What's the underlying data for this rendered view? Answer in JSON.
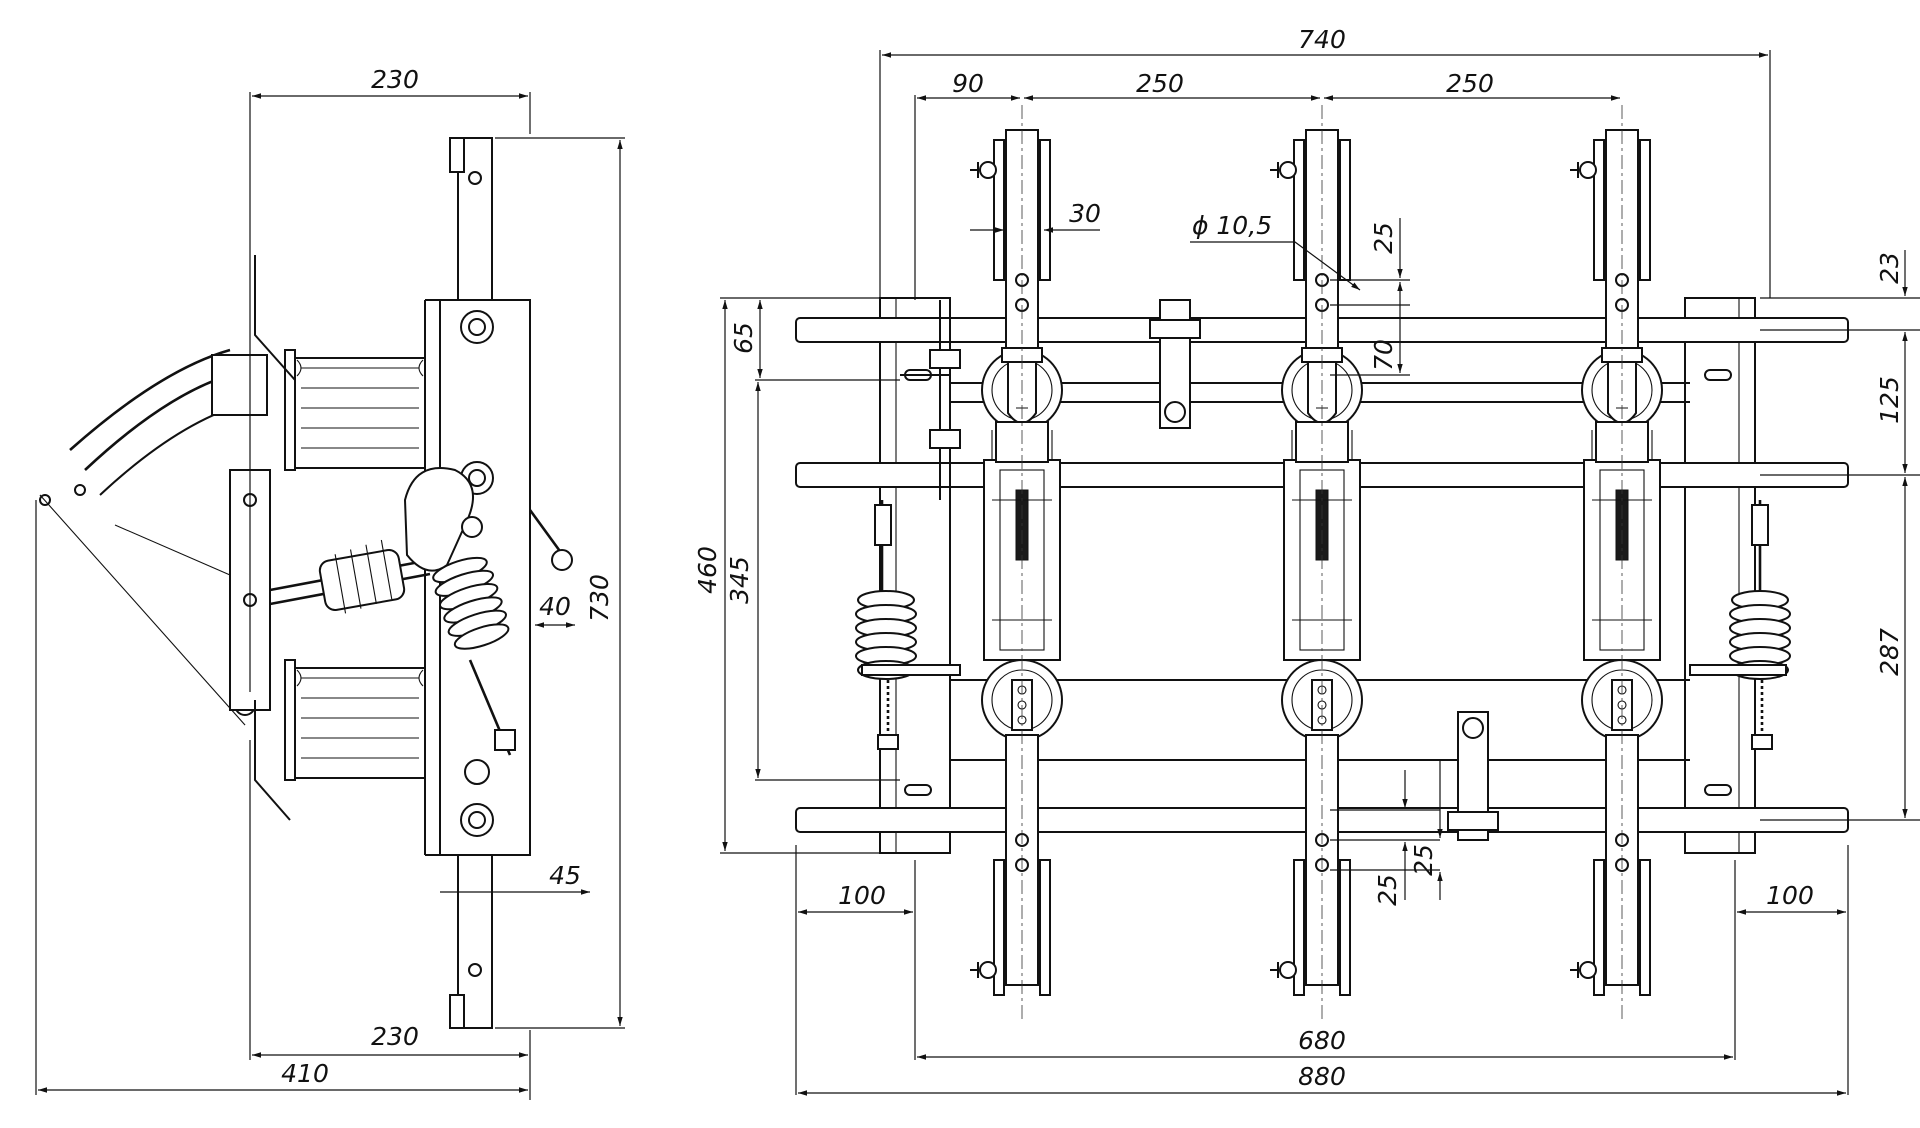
{
  "dimensions": {
    "side_view": {
      "top_width": "230",
      "bottom_width": "230",
      "overall_depth": "410",
      "height": "730",
      "lever_offset": "40",
      "bracket_offset": "45"
    },
    "front_view": {
      "overall_width": "740",
      "pole_offset": "90",
      "pole_pitch_1": "250",
      "pole_pitch_2": "250",
      "blade_width": "30",
      "hole_diameter": "ϕ 10,5",
      "hole_spacing_top": "25",
      "hole_to_shaft": "70",
      "right_top_offset": "23",
      "right_upper_spacing": "125",
      "right_lower_spacing": "287",
      "left_top_offset": "65",
      "left_inner_height": "345",
      "left_overall_height": "460",
      "shaft_overhang_left": "100",
      "shaft_overhang_right": "100",
      "bottom_hole_spacing_a": "25",
      "bottom_hole_spacing_b": "25",
      "frame_width": "680",
      "shaft_width": "880"
    }
  }
}
